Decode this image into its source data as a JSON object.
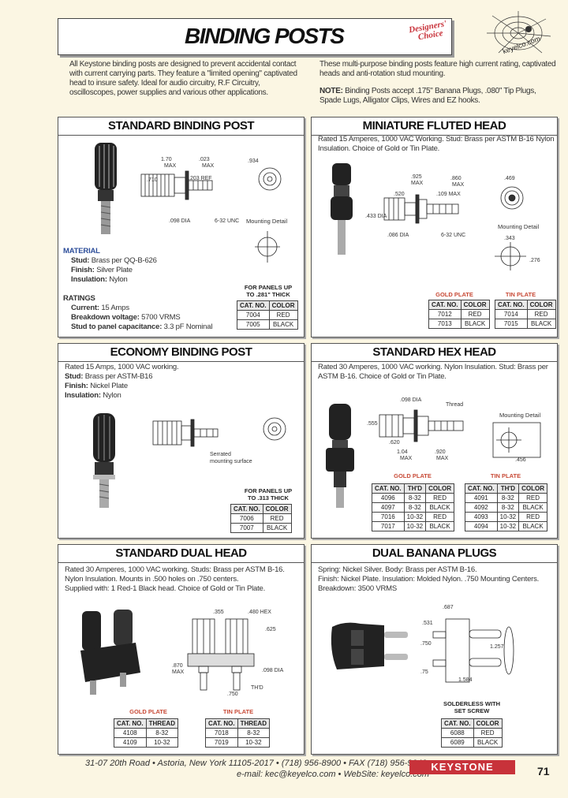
{
  "header": {
    "title": "BINDING POSTS",
    "badge_line1": "Designers'",
    "badge_line2": "Choice",
    "web_text": "keyelco.com"
  },
  "intro": {
    "left": "All Keystone binding posts are designed to prevent accidental contact with current carrying parts. They feature a \"limited opening\" captivated head to insure safety. Ideal for audio circuitry, R.F Circuitry, oscilloscopes, power supplies and various other applications.",
    "right": "These multi-purpose binding posts feature high current rating, captivated heads and anti-rotation stud mounting.",
    "note_label": "NOTE:",
    "note": " Binding Posts accept .175\" Banana Plugs, .080\" Tip Plugs, Spade Lugs, Alligator Clips, Wires and EZ hooks."
  },
  "standard_binding_post": {
    "title": "STANDARD BINDING POST",
    "material_heading": "MATERIAL",
    "stud_label": "Stud:",
    "stud": " Brass per QQ-B-626",
    "finish_label": "Finish:",
    "finish": " Silver Plate",
    "insulation_label": "Insulation:",
    "insulation": " Nylon",
    "ratings_heading": "RATINGS",
    "current_label": "Current:",
    "current": " 15 Amps",
    "breakdown_label": "Breakdown voltage:",
    "breakdown": " 5700 VRMS",
    "capacitance_label": "Stud to panel capacitance:",
    "capacitance": " 3.3 pF Nominal",
    "panel_note_1": "FOR PANELS UP",
    "panel_note_2": "TO .281\" THICK",
    "mounting_detail": "Mounting Detail",
    "dims": [
      "1.70",
      "MAX",
      ".023",
      "MAX",
      ".710",
      ".203 REF",
      ".098 DIA",
      "6-32 UNC",
      ".934"
    ],
    "table_headers": [
      "CAT. NO.",
      "COLOR"
    ],
    "table_rows": [
      [
        "7004",
        "RED"
      ],
      [
        "7005",
        "BLACK"
      ]
    ]
  },
  "miniature_fluted_head": {
    "title": "MINIATURE FLUTED HEAD",
    "desc": "Rated 15 Amperes, 1000 VAC Working. Stud: Brass per ASTM B-16 Nylon Insulation. Choice of Gold or Tin Plate.",
    "mounting_detail": "Mounting Detail",
    "dims": [
      ".925",
      "MAX",
      ".860",
      "MAX",
      ".520",
      ".109 MAX",
      ".433 DIA",
      ".086 DIA",
      "6-32 UNC",
      ".469",
      ".343",
      ".276"
    ],
    "gold_label": "GOLD PLATE",
    "tin_label": "TIN PLATE",
    "table_headers": [
      "CAT. NO.",
      "COLOR"
    ],
    "gold_rows": [
      [
        "7012",
        "RED"
      ],
      [
        "7013",
        "BLACK"
      ]
    ],
    "tin_rows": [
      [
        "7014",
        "RED"
      ],
      [
        "7015",
        "BLACK"
      ]
    ]
  },
  "economy_binding_post": {
    "title": "ECONOMY BINDING POST",
    "desc": "Rated 15 Amps, 1000 VAC working.",
    "stud_label": "Stud:",
    "stud": " Brass per ASTM-B16",
    "finish_label": "Finish:",
    "finish": " Nickel Plate",
    "insulation_label": "Insulation:",
    "insulation": " Nylon",
    "serrated_1": "Serrated",
    "serrated_2": "mounting surface",
    "panel_note_1": "FOR PANELS UP",
    "panel_note_2": "TO .313 THICK",
    "table_headers": [
      "CAT. NO.",
      "COLOR"
    ],
    "table_rows": [
      [
        "7006",
        "RED"
      ],
      [
        "7007",
        "BLACK"
      ]
    ]
  },
  "standard_hex_head": {
    "title": "STANDARD HEX HEAD",
    "desc": "Rated 30 Amperes, 1000 VAC working. Nylon Insulation. Stud: Brass per ASTM B-16. Choice of Gold or Tin Plate.",
    "thread_label": "Thread",
    "mounting_detail": "Mounting Detail",
    "dims": [
      ".098 DIA",
      ".555",
      ".620",
      "1.04",
      "MAX",
      ".920",
      "MAX",
      ".456"
    ],
    "gold_label": "GOLD PLATE",
    "tin_label": "TIN PLATE",
    "table_headers": [
      "CAT. NO.",
      "TH'D",
      "COLOR"
    ],
    "gold_rows": [
      [
        "4096",
        "8-32",
        "RED"
      ],
      [
        "4097",
        "8-32",
        "BLACK"
      ],
      [
        "7016",
        "10-32",
        "RED"
      ],
      [
        "7017",
        "10-32",
        "BLACK"
      ]
    ],
    "tin_rows": [
      [
        "4091",
        "8-32",
        "RED"
      ],
      [
        "4092",
        "8-32",
        "BLACK"
      ],
      [
        "4093",
        "10-32",
        "RED"
      ],
      [
        "4094",
        "10-32",
        "BLACK"
      ]
    ]
  },
  "standard_dual_head": {
    "title": "STANDARD DUAL HEAD",
    "desc1": "Rated 30 Amperes, 1000 VAC working. Studs: Brass per ASTM B-16.",
    "desc2": "Nylon Insulation. Mounts in .500 holes on .750 centers.",
    "desc3": "Supplied with: 1 Red-1 Black head. Choice of Gold or Tin Plate.",
    "dims": [
      ".355",
      ".480 HEX",
      ".625",
      ".870",
      "MAX",
      ".098 DIA",
      "TH'D",
      ".750"
    ],
    "gold_label": "GOLD PLATE",
    "tin_label": "TIN PLATE",
    "table_headers": [
      "CAT. NO.",
      "THREAD"
    ],
    "gold_rows": [
      [
        "4108",
        "8-32"
      ],
      [
        "4109",
        "10-32"
      ]
    ],
    "tin_rows": [
      [
        "7018",
        "8-32"
      ],
      [
        "7019",
        "10-32"
      ]
    ]
  },
  "dual_banana_plugs": {
    "title": "DUAL BANANA PLUGS",
    "desc1": "Spring: Nickel Silver. Body: Brass per ASTM B-16.",
    "desc2": "Finish: Nickel Plate. Insulation: Molded Nylon. .750 Mounting Centers.",
    "desc3": "Breakdown: 3500 VRMS",
    "dims": [
      ".687",
      ".531",
      ".750",
      "1.257",
      ".75",
      "1.584"
    ],
    "solderless_1": "SOLDERLESS WITH",
    "solderless_2": "SET SCREW",
    "table_headers": [
      "CAT. NO.",
      "COLOR"
    ],
    "table_rows": [
      [
        "6088",
        "RED"
      ],
      [
        "6089",
        "BLACK"
      ]
    ]
  },
  "footer": {
    "address": "31-07 20th Road • Astoria, New York 11105-2017 • (718) 956-8900 • FAX (718) 956-9040",
    "contact": "e-mail: kec@keyelco.com • WebSite: keyelco.com",
    "logo": "KEYSTONE",
    "page_number": "71"
  },
  "colors": {
    "background": "#fbf6e3",
    "accent_red": "#c8323a",
    "material_blue": "#2d4e9a"
  }
}
